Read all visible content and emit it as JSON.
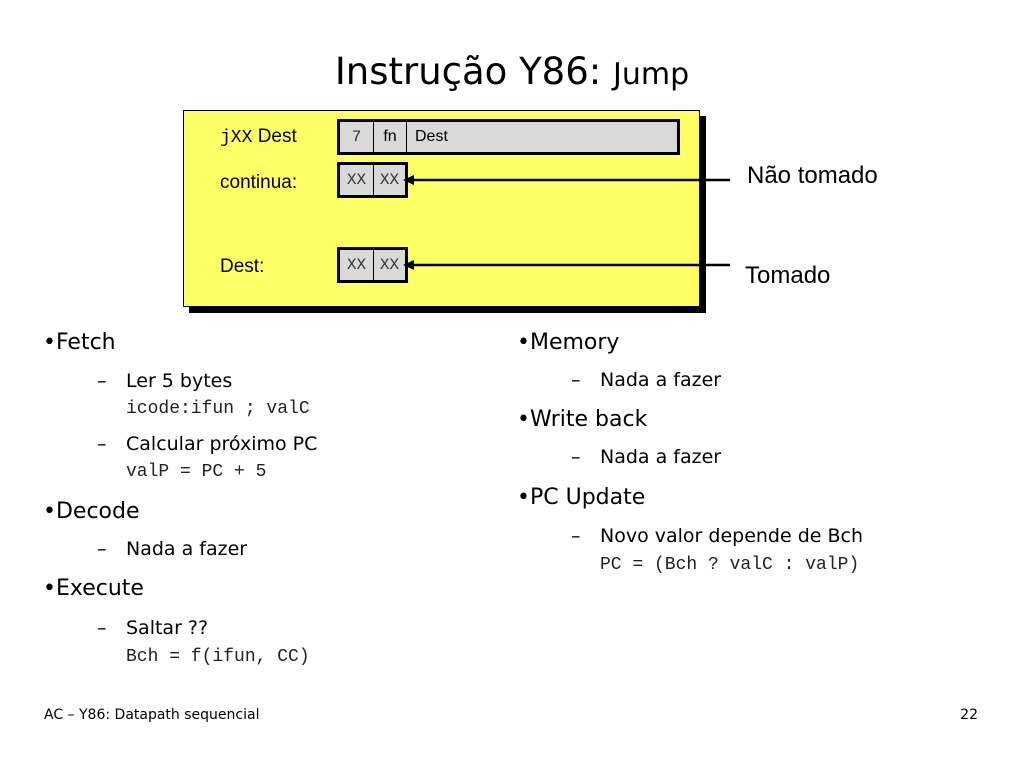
{
  "slide": {
    "title_main": "Instrução Y86:",
    "title_sub": "Jump",
    "diagram": {
      "instr_mono": "jXX",
      "instr_rest": "Dest",
      "cell_7": "7",
      "cell_fn": "fn",
      "cell_dest": "Dest",
      "continua_label": "continua:",
      "dest_label": "Dest:",
      "xx": "XX",
      "not_taken": "Não tomado",
      "taken": "Tomado"
    },
    "left": {
      "fetch": "•Fetch",
      "fetch_item1": "Ler 5 bytes",
      "fetch_code1": "icode:ifun ; valC",
      "fetch_item2": "Calcular próximo PC",
      "fetch_code2": "valP = PC + 5",
      "decode": "•Decode",
      "decode_item": "Nada a fazer",
      "execute": "•Execute",
      "execute_item": "Saltar ??",
      "execute_code": "Bch = f(ifun, CC)"
    },
    "right": {
      "memory": "•Memory",
      "memory_item": "Nada a fazer",
      "writeback": "•Write back",
      "writeback_item": "Nada a fazer",
      "pcupdate": "•PC Update",
      "pcupdate_item": "Novo valor depende de Bch",
      "pcupdate_code": "PC = (Bch ? valC : valP)"
    },
    "dash_symbol": "–",
    "footer_left": "AC – Y86: Datapath sequencial",
    "footer_right": "22"
  }
}
